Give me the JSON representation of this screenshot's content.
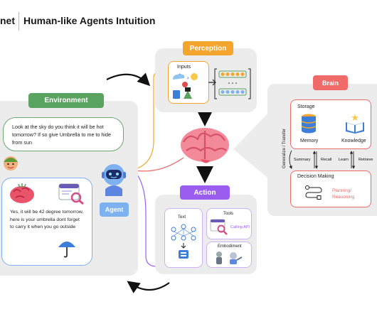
{
  "header": {
    "brand": "net",
    "title": "Human-like Agents Intuition"
  },
  "perception": {
    "label": "Perception",
    "inputs_label": "Inputs"
  },
  "environment": {
    "label": "Environment",
    "user_message": "Look at the sky do you think it will be hot tomorrow? If so give Umbrella to me to hide from sun",
    "agent_reply": "Yes, it will be 42 degree tomorrow, here is your umbrella dont forget to carry it when you go outside"
  },
  "agent": {
    "label": "Agent"
  },
  "action": {
    "label": "Action",
    "text_label": "Text",
    "tools_label": "Tools",
    "calling_api": "Calling API",
    "embodiment_label": "Embodiment"
  },
  "brain": {
    "label": "Brain",
    "storage_label": "Storage",
    "memory_label": "Memory",
    "knowledge_label": "Knowledge",
    "summary": "Summary",
    "recall": "Recall",
    "learn": "Learn",
    "retrieve": "Retrieve",
    "decision_label": "Decision Making",
    "planning_line1": "Planning/",
    "planning_line2": "Reasoning",
    "side_label": "Generalize / Transfer"
  },
  "colors": {
    "perception": "#f3a52e",
    "environment": "#5aa25f",
    "action": "#9b5cf0",
    "brain": "#f06a6a",
    "agent": "#7eb1f0",
    "panel": "#ececec"
  }
}
